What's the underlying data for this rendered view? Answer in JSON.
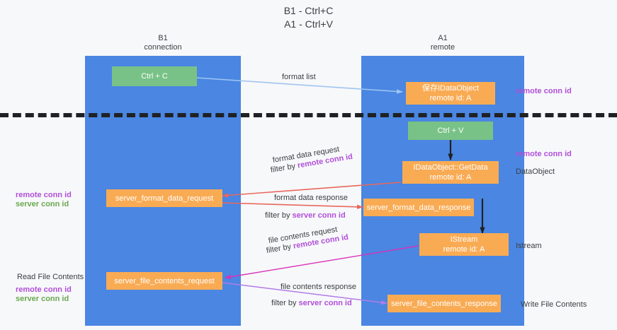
{
  "title": {
    "line1": "B1 - Ctrl+C",
    "line2": "A1 - Ctrl+V"
  },
  "columns": [
    {
      "name": "B1",
      "role": "connection"
    },
    {
      "name": "A1",
      "role": "remote"
    }
  ],
  "nodes": {
    "ctrl_c": {
      "line1": "Ctrl + C",
      "line2": ""
    },
    "save_idataobject": {
      "line1": "保存IDataObject",
      "line2": "remote id: A"
    },
    "ctrl_v": {
      "line1": "Ctrl + V",
      "line2": ""
    },
    "idataobject_getdata": {
      "line1": "IDataObject::GetData",
      "line2": "remote id: A"
    },
    "server_format_data_request": {
      "line1": "server_format_data_request",
      "line2": ""
    },
    "server_format_data_response": {
      "line1": "server_format_data_response",
      "line2": ""
    },
    "istream": {
      "line1": "IStream",
      "line2": "remote id: A"
    },
    "server_file_contents_request": {
      "line1": "server_file_contents_request",
      "line2": ""
    },
    "server_file_contents_response": {
      "line1": "server_file_contents_response",
      "line2": ""
    }
  },
  "edge_labels": {
    "format_list": "format list",
    "format_data_request": "format data request",
    "format_data_request_filter_prefix": "filter by ",
    "format_data_request_filter_key": "remote conn id",
    "format_data_response": "format data response",
    "format_data_response_filter_prefix": "filter by ",
    "format_data_response_filter_key": "server conn id",
    "file_contents_request": "file contents request",
    "file_contents_request_filter_prefix": "filter by ",
    "file_contents_request_filter_key": "remote conn id",
    "file_contents_response": "file contents response",
    "file_contents_response_filter_prefix": "filter by ",
    "file_contents_response_filter_key": "server conn id"
  },
  "annotations": {
    "right_top_remote_conn_id": "remote conn id",
    "right_mid_remote_conn_id": "remote conn id",
    "right_dataobject": "DataObject",
    "right_istream": "Istream",
    "right_write_file_contents": "Write File Contents",
    "left_remote_conn_id": "remote conn id",
    "left_server_conn_id": "server conn id",
    "left_read_file_contents": "Read File Contents",
    "left_remote_conn_id_2": "remote conn id",
    "left_server_conn_id_2": "server conn id"
  },
  "colors": {
    "lane": "#4a86e2",
    "green_node": "#79c287",
    "orange_node": "#f9ab54",
    "purple_text": "#b14fd8",
    "green_text": "#6aa84f",
    "arrow_blue": "#9fc5f0",
    "arrow_red": "#e8685d",
    "arrow_magenta": "#d832b8",
    "arrow_violet": "#b07ce8",
    "arrow_black": "#202124",
    "divider": "#202124",
    "background": "#f7f8fa"
  }
}
